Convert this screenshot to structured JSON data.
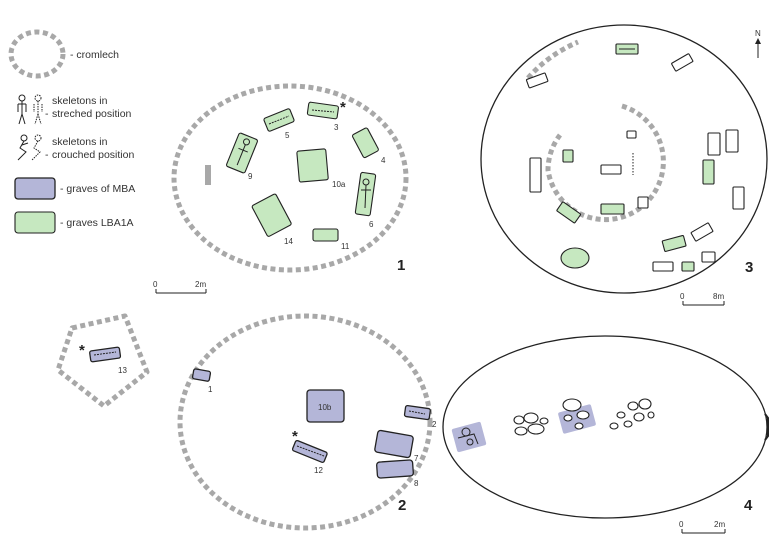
{
  "legend": {
    "cromlech": "- cromlech",
    "stretched_1": "skeletons in",
    "stretched_2": "streched position",
    "crouched_1": "skeletons in",
    "crouched_2": "crouched position",
    "mba": "- graves of MBA",
    "lba": "- graves LBA1A"
  },
  "colors": {
    "mba": "#b4b6d8",
    "lba": "#c6e8c0",
    "cromlech": "#a8a8a8"
  },
  "figures": [
    "1",
    "2",
    "3",
    "4"
  ],
  "scales": {
    "s1": {
      "start": "0",
      "end": "2m"
    },
    "s3": {
      "start": "0",
      "end": "8m"
    },
    "s4": {
      "start": "0",
      "end": "2m"
    }
  },
  "markers": {
    "star": "*"
  },
  "graves": {
    "f1": [
      "3",
      "4",
      "5",
      "6",
      "9",
      "10a",
      "11",
      "14"
    ],
    "f2": [
      "1",
      "2",
      "7",
      "8",
      "10b",
      "12"
    ],
    "f13": "13"
  },
  "north": "N"
}
